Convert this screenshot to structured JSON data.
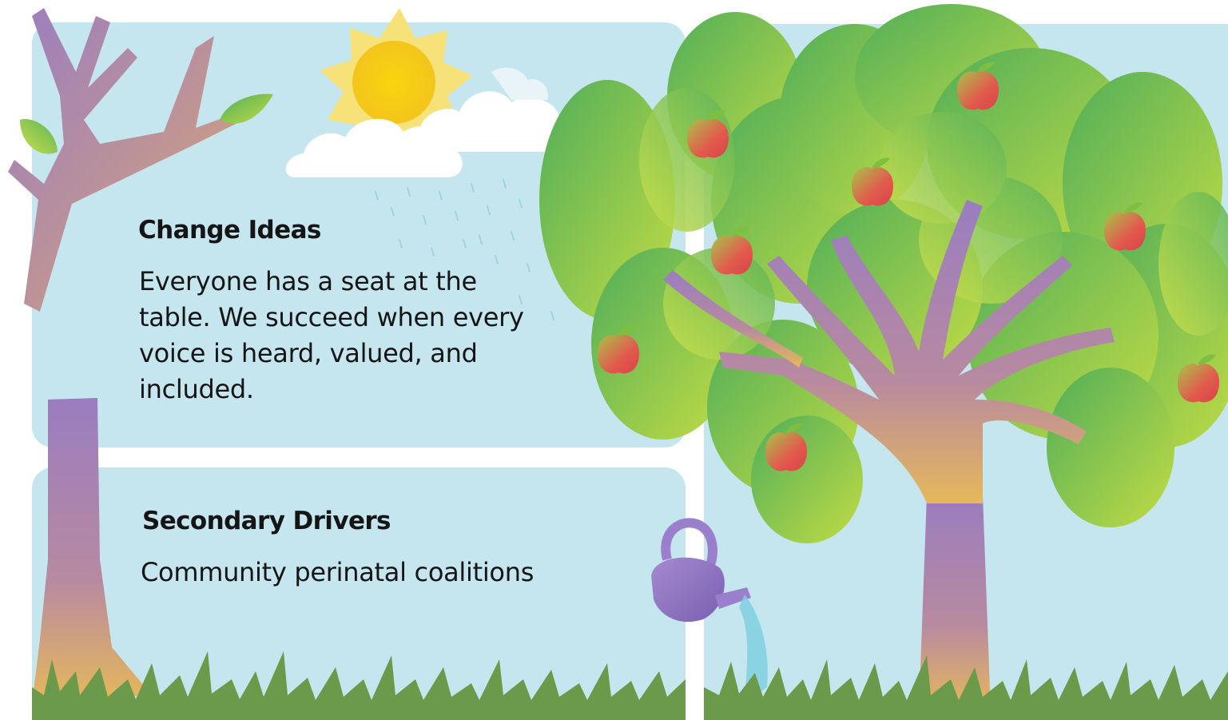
{
  "change_ideas": {
    "heading": "Change Ideas",
    "text": "Everyone has a seat at the table. We succeed when every voice is heard, valued, and included."
  },
  "secondary_drivers": {
    "heading": "Secondary Drivers",
    "text": "Community perinatal coalitions"
  },
  "colors": {
    "panel": "#c5e6ef",
    "trunk_purple": "#9a7dc0",
    "trunk_gold": "#e6b85a",
    "leaf_green": "#8cc63f",
    "grass": "#6a9a4a",
    "apple_red": "#e2504a",
    "sun_yellow": "#f7d21a",
    "can_purple": "#8a6fb8"
  },
  "icons": [
    "sun-icon",
    "cloud-icon",
    "rain-icon",
    "branch-icon",
    "leaf-icon",
    "trunk-icon",
    "tree-icon",
    "apple-icon",
    "watering-can-icon",
    "grass-icon"
  ]
}
